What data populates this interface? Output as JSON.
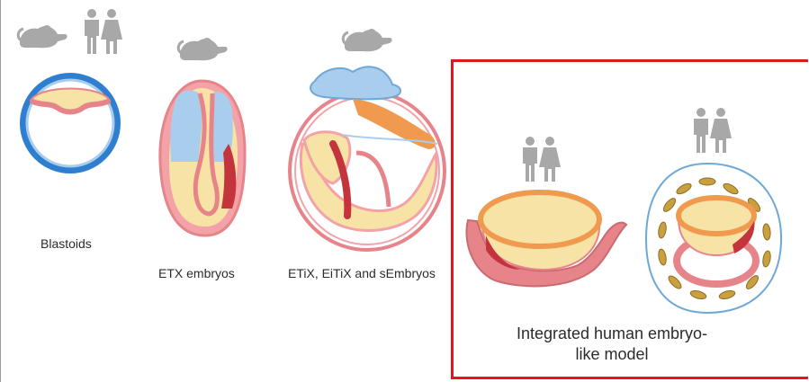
{
  "models": [
    {
      "label": "Blastoids",
      "species_icons": [
        "mouse-icon",
        "human-pair-icon"
      ]
    },
    {
      "label": "ETX embryos",
      "species_icons": [
        "mouse-icon"
      ]
    },
    {
      "label": "ETiX, EiTiX and sEmbryos",
      "species_icons": [
        "mouse-icon"
      ]
    },
    {
      "label_line1": "Integrated human embryo-",
      "label_line2": "like model",
      "species_icons": [
        "human-pair-icon",
        "human-pair-icon"
      ]
    }
  ],
  "colors": {
    "outline_blue": "#2f7fd1",
    "blue_fill": "#a9cdec",
    "yolk": "#f8e3a6",
    "pink": "#e7848a",
    "dark_red": "#c3343d",
    "orange": "#ef9a4e",
    "icon_gray": "#a8a8a8",
    "highlight": "#e3161b"
  }
}
